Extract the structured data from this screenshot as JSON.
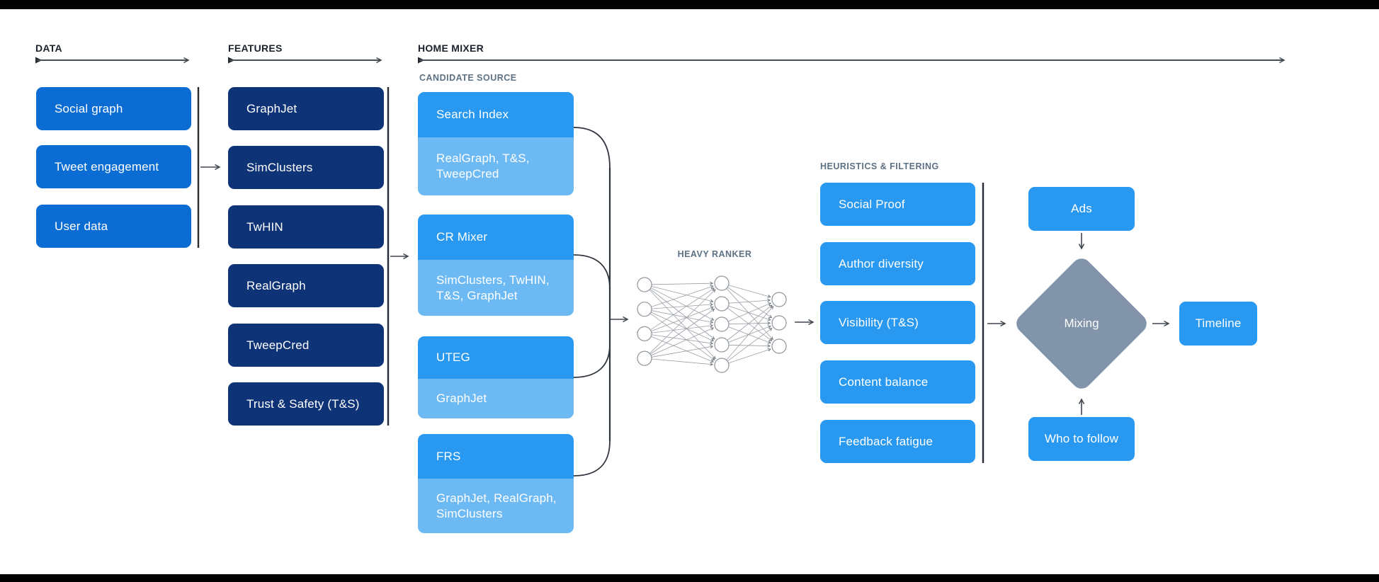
{
  "colors": {
    "data_box": "#0b6dd3",
    "feature_box": "#0f3377",
    "primary_box": "#2898f0",
    "source_sub_box": "#6db9f4",
    "mixing_diamond": "#8194a9",
    "heading_text": "#1b222c",
    "muted_label_text": "#5d7184",
    "connector": "#3f464e",
    "letterbox": "#000000"
  },
  "headers": {
    "data": "DATA",
    "features": "FEATURES",
    "home_mixer": "HOME MIXER"
  },
  "data_column": {
    "items": [
      "Social graph",
      "Tweet engagement",
      "User data"
    ]
  },
  "features_column": {
    "items": [
      "GraphJet",
      "SimClusters",
      "TwHIN",
      "RealGraph",
      "TweepCred",
      "Trust & Safety (T&S)"
    ]
  },
  "candidate_source": {
    "label": "CANDIDATE SOURCE",
    "groups": [
      {
        "name": "Search Index",
        "sources": "RealGraph, T&S, TweepCred"
      },
      {
        "name": "CR Mixer",
        "sources": "SimClusters, TwHIN, T&S, GraphJet"
      },
      {
        "name": "UTEG",
        "sources": "GraphJet"
      },
      {
        "name": "FRS",
        "sources": "GraphJet, RealGraph, SimClusters"
      }
    ]
  },
  "heavy_ranker": {
    "label": "HEAVY RANKER",
    "network_layers": [
      4,
      5,
      3
    ]
  },
  "heuristics": {
    "label": "HEURISTICS & FILTERING",
    "items": [
      "Social Proof",
      "Author diversity",
      "Visibility (T&S)",
      "Content balance",
      "Feedback fatigue"
    ]
  },
  "mixing_stage": {
    "ads": "Ads",
    "mixing": "Mixing",
    "who_to_follow": "Who to follow",
    "timeline": "Timeline"
  }
}
